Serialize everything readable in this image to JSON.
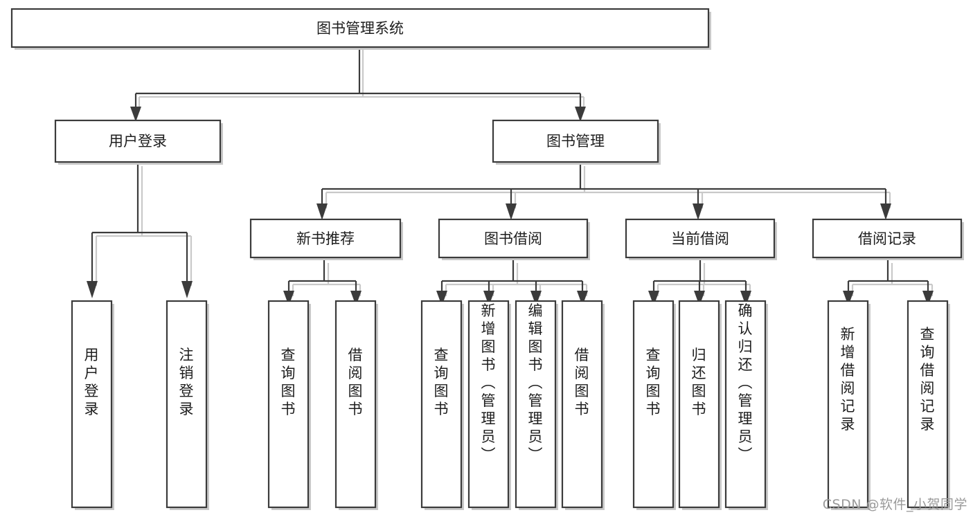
{
  "diagram": {
    "type": "tree-hierarchy",
    "title": "图书管理系统",
    "watermark": "CSDN @软件_小贺同学",
    "colors": {
      "border": "#3b3b3b",
      "shadow": "#c9c9c9",
      "background": "#ffffff",
      "text": "#1d1d1d",
      "watermark": "#9a9a9a"
    },
    "root": {
      "id": "root",
      "label": "图书管理系统",
      "orientation": "horizontal"
    },
    "level1": [
      {
        "id": "user-login",
        "label": "用户登录",
        "orientation": "horizontal"
      },
      {
        "id": "book-manage",
        "label": "图书管理",
        "orientation": "horizontal"
      }
    ],
    "level2": [
      {
        "id": "new-book-recommend",
        "label": "新书推荐",
        "parent": "book-manage",
        "orientation": "horizontal"
      },
      {
        "id": "book-borrow",
        "label": "图书借阅",
        "parent": "book-manage",
        "orientation": "horizontal"
      },
      {
        "id": "current-borrow",
        "label": "当前借阅",
        "parent": "book-manage",
        "orientation": "horizontal"
      },
      {
        "id": "borrow-record",
        "label": "借阅记录",
        "parent": "book-manage",
        "orientation": "horizontal"
      }
    ],
    "leaves": [
      {
        "id": "leaf-user-login",
        "label": "用户登录",
        "parent": "user-login",
        "orientation": "vertical"
      },
      {
        "id": "leaf-logout-login",
        "label": "注销登录",
        "parent": "user-login",
        "orientation": "vertical"
      },
      {
        "id": "leaf-query-book-1",
        "label": "查询图书",
        "parent": "new-book-recommend",
        "orientation": "vertical"
      },
      {
        "id": "leaf-borrow-book-1",
        "label": "借阅图书",
        "parent": "new-book-recommend",
        "orientation": "vertical"
      },
      {
        "id": "leaf-query-book-2",
        "label": "查询图书",
        "parent": "book-borrow",
        "orientation": "vertical"
      },
      {
        "id": "leaf-add-book-admin",
        "label": "新增图书（管理员）",
        "parent": "book-borrow",
        "orientation": "vertical"
      },
      {
        "id": "leaf-edit-book-admin",
        "label": "编辑图书（管理员）",
        "parent": "book-borrow",
        "orientation": "vertical"
      },
      {
        "id": "leaf-borrow-book-2",
        "label": "借阅图书",
        "parent": "book-borrow",
        "orientation": "vertical"
      },
      {
        "id": "leaf-query-book-3",
        "label": "查询图书",
        "parent": "current-borrow",
        "orientation": "vertical"
      },
      {
        "id": "leaf-return-book",
        "label": "归还图书",
        "parent": "current-borrow",
        "orientation": "vertical"
      },
      {
        "id": "leaf-confirm-return-admin",
        "label": "确认归还（管理员）",
        "parent": "current-borrow",
        "orientation": "vertical"
      },
      {
        "id": "leaf-add-borrow-record",
        "label": "新增借阅记录",
        "parent": "borrow-record",
        "orientation": "vertical"
      },
      {
        "id": "leaf-query-borrow-record",
        "label": "查询借阅记录",
        "parent": "borrow-record",
        "orientation": "vertical"
      }
    ]
  }
}
